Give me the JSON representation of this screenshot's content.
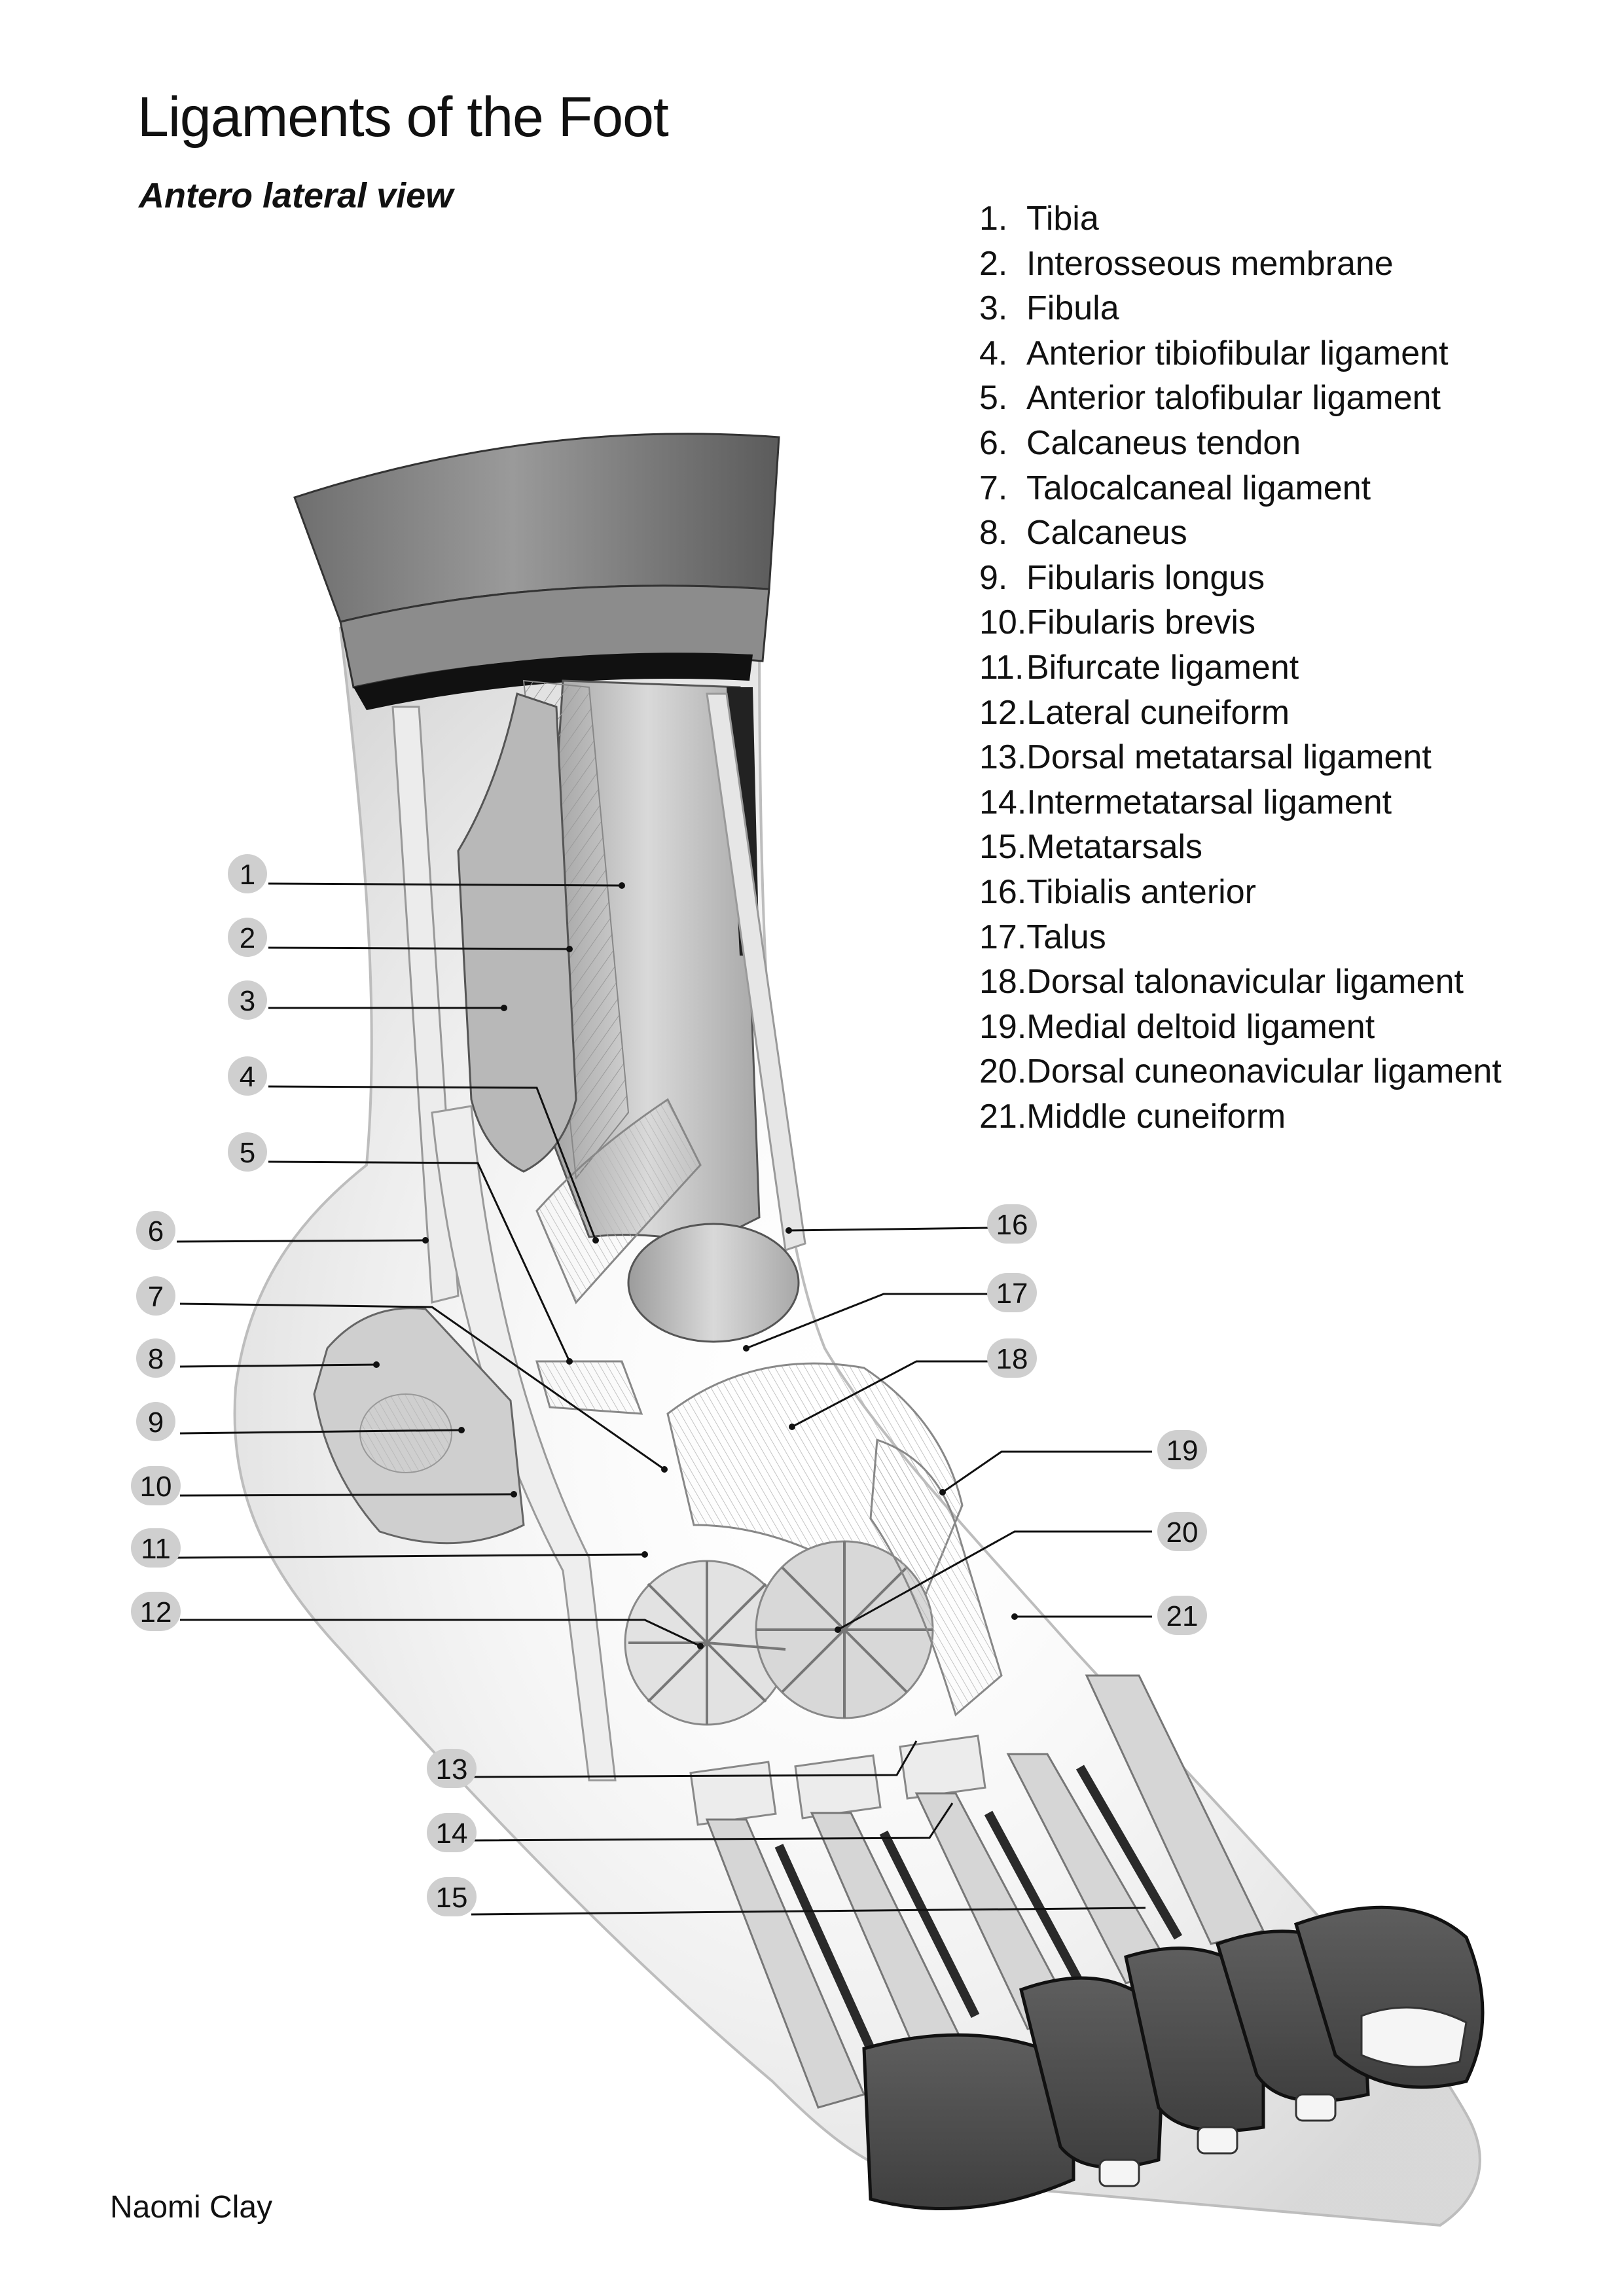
{
  "title": "Ligaments of the Foot",
  "subtitle": "Antero lateral view",
  "legend": [
    {
      "num": "1.",
      "label": "Tibia"
    },
    {
      "num": "2.",
      "label": "Interosseous membrane"
    },
    {
      "num": "3.",
      "label": "Fibula"
    },
    {
      "num": "4.",
      "label": "Anterior tibiofibular ligament"
    },
    {
      "num": "5.",
      "label": "Anterior talofibular ligament"
    },
    {
      "num": "6.",
      "label": "Calcaneus tendon"
    },
    {
      "num": "7.",
      "label": "Talocalcaneal ligament"
    },
    {
      "num": "8.",
      "label": "Calcaneus"
    },
    {
      "num": "9.",
      "label": "Fibularis longus"
    },
    {
      "num": "10.",
      "label": "Fibularis brevis"
    },
    {
      "num": "11.",
      "label": "Bifurcate ligament"
    },
    {
      "num": "12.",
      "label": "Lateral cuneiform"
    },
    {
      "num": "13.",
      "label": "Dorsal metatarsal ligament"
    },
    {
      "num": "14.",
      "label": "Intermetatarsal ligament"
    },
    {
      "num": "15.",
      "label": "Metatarsals"
    },
    {
      "num": "16.",
      "label": "Tibialis anterior"
    },
    {
      "num": "17.",
      "label": "Talus"
    },
    {
      "num": "18.",
      "label": "Dorsal talonavicular ligament"
    },
    {
      "num": "19.",
      "label": "Medial deltoid ligament"
    },
    {
      "num": "20.",
      "label": "Dorsal cuneonavicular ligament"
    },
    {
      "num": "21.",
      "label": "Middle cuneiform"
    }
  ],
  "callouts": {
    "c1": "1",
    "c2": "2",
    "c3": "3",
    "c4": "4",
    "c5": "5",
    "c6": "6",
    "c7": "7",
    "c8": "8",
    "c9": "9",
    "c10": "10",
    "c11": "11",
    "c12": "12",
    "c13": "13",
    "c14": "14",
    "c15": "15",
    "c16": "16",
    "c17": "17",
    "c18": "18",
    "c19": "19",
    "c20": "20",
    "c21": "21"
  },
  "author": "Naomi Clay"
}
